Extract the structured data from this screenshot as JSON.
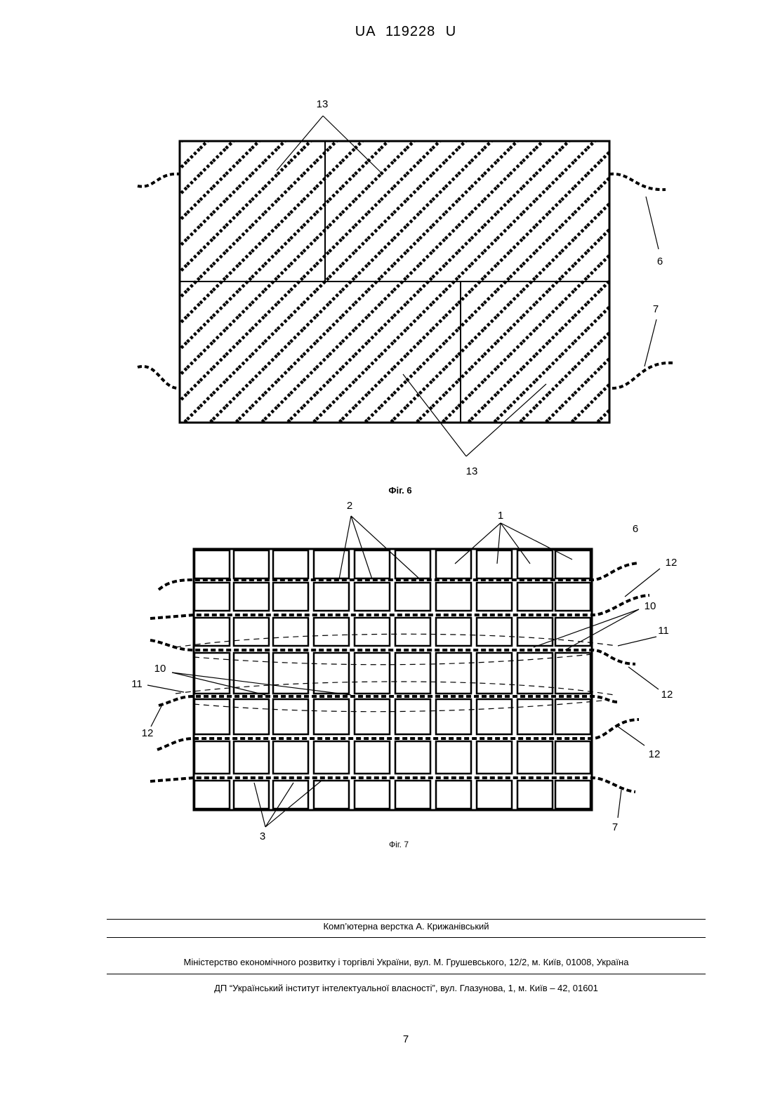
{
  "header": {
    "doc_number": "UA   119228   U"
  },
  "fig6": {
    "caption": "Фіг. 6",
    "label_13_top": "13",
    "label_13_bottom": "13",
    "label_6": "6",
    "label_7": "7"
  },
  "fig7": {
    "caption": "Фіг. 7",
    "labels": {
      "l2": "2",
      "l1": "1",
      "l6": "6",
      "l12a": "12",
      "l10a": "10",
      "l11a": "11",
      "l12b": "12",
      "l10b": "10",
      "l11b": "11",
      "l12c": "12",
      "l12d": "12",
      "l3": "3",
      "l7": "7"
    }
  },
  "footer": {
    "layout": "Комп’ютерна верстка А. Крижанівський",
    "ministry": "Міністерство економічного розвитку і торгівлі України, вул. М. Грушевського, 12/2, м. Київ, 01008, Україна",
    "institute": "ДП “Український інститут інтелектуальної власності”, вул. Глазунова, 1, м. Київ – 42, 01601"
  },
  "page_number": "7"
}
